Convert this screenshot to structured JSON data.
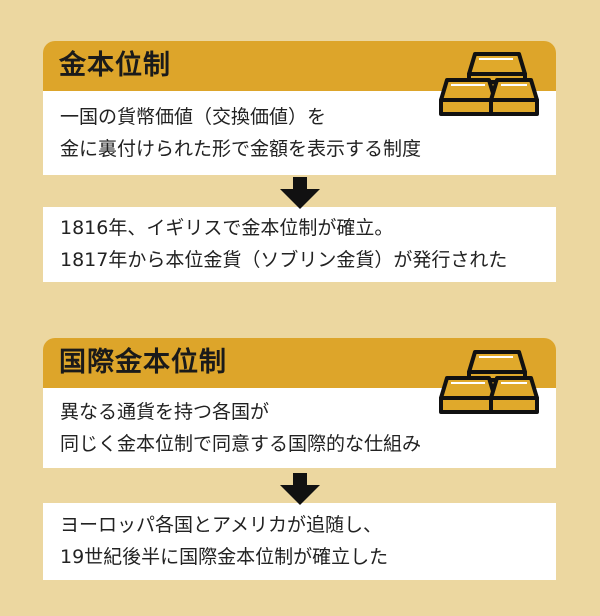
{
  "sections": [
    {
      "title": "金本位制",
      "box1": [
        "一国の貨幣価値（交換価値）を",
        "金に裏付けられた形で金額を表示する制度"
      ],
      "box2": [
        "1816年、イギリスで金本位制が確立。",
        "1817年から本位金貨（ソブリン金貨）が発行された"
      ]
    },
    {
      "title": "国際金本位制",
      "box1": [
        "異なる通貨を持つ各国が",
        "同じく金本位制で同意する国際的な仕組み"
      ],
      "box2": [
        "ヨーロッパ各国とアメリカが追随し、",
        "19世紀後半に国際金本位制が確立した"
      ]
    }
  ],
  "colors": {
    "background": "#ecd7a0",
    "header": "#dda52a",
    "box": "#ffffff",
    "gold": "#e0a92b",
    "outline": "#111111"
  },
  "icons": [
    "gold-bars-icon",
    "arrow-down-icon"
  ]
}
